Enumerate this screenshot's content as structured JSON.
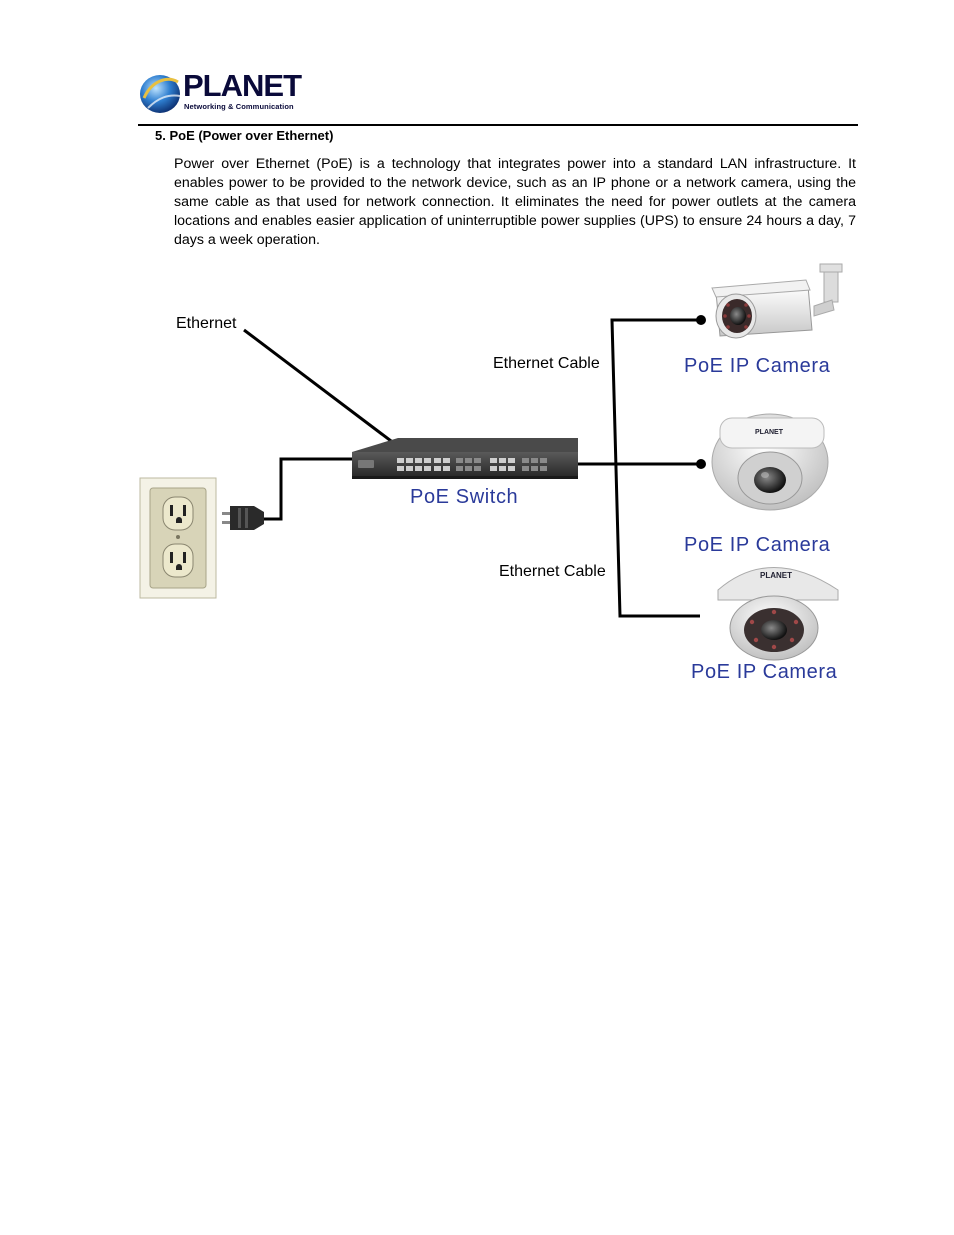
{
  "header": {
    "logo_text": "PLANET",
    "logo_tagline": "Networking & Communication"
  },
  "section": {
    "heading": "5. PoE (Power over Ethernet)",
    "paragraph": "Power over Ethernet (PoE) is a technology that integrates power into a standard LAN infrastructure. It enables power to be provided to the network device, such as an IP phone or a network camera, using the same cable as that used for network connection. It eliminates the need for power outlets at the camera locations and enables easier application of uninterruptible power supplies (UPS) to ensure 24 hours a day, 7 days a week operation."
  },
  "diagram": {
    "ethernet_label": "Ethernet",
    "switch_label": "PoE Switch",
    "cable_label_top": "Ethernet Cable",
    "cable_label_bottom": "Ethernet Cable",
    "camera_labels": [
      "PoE IP Camera",
      "PoE IP Camera",
      "PoE IP Camera"
    ],
    "camera_brand": "PLANET",
    "colors": {
      "label_blue": "#2a3a9a",
      "cable": "#000000",
      "outlet": "#d8d4b8"
    }
  }
}
